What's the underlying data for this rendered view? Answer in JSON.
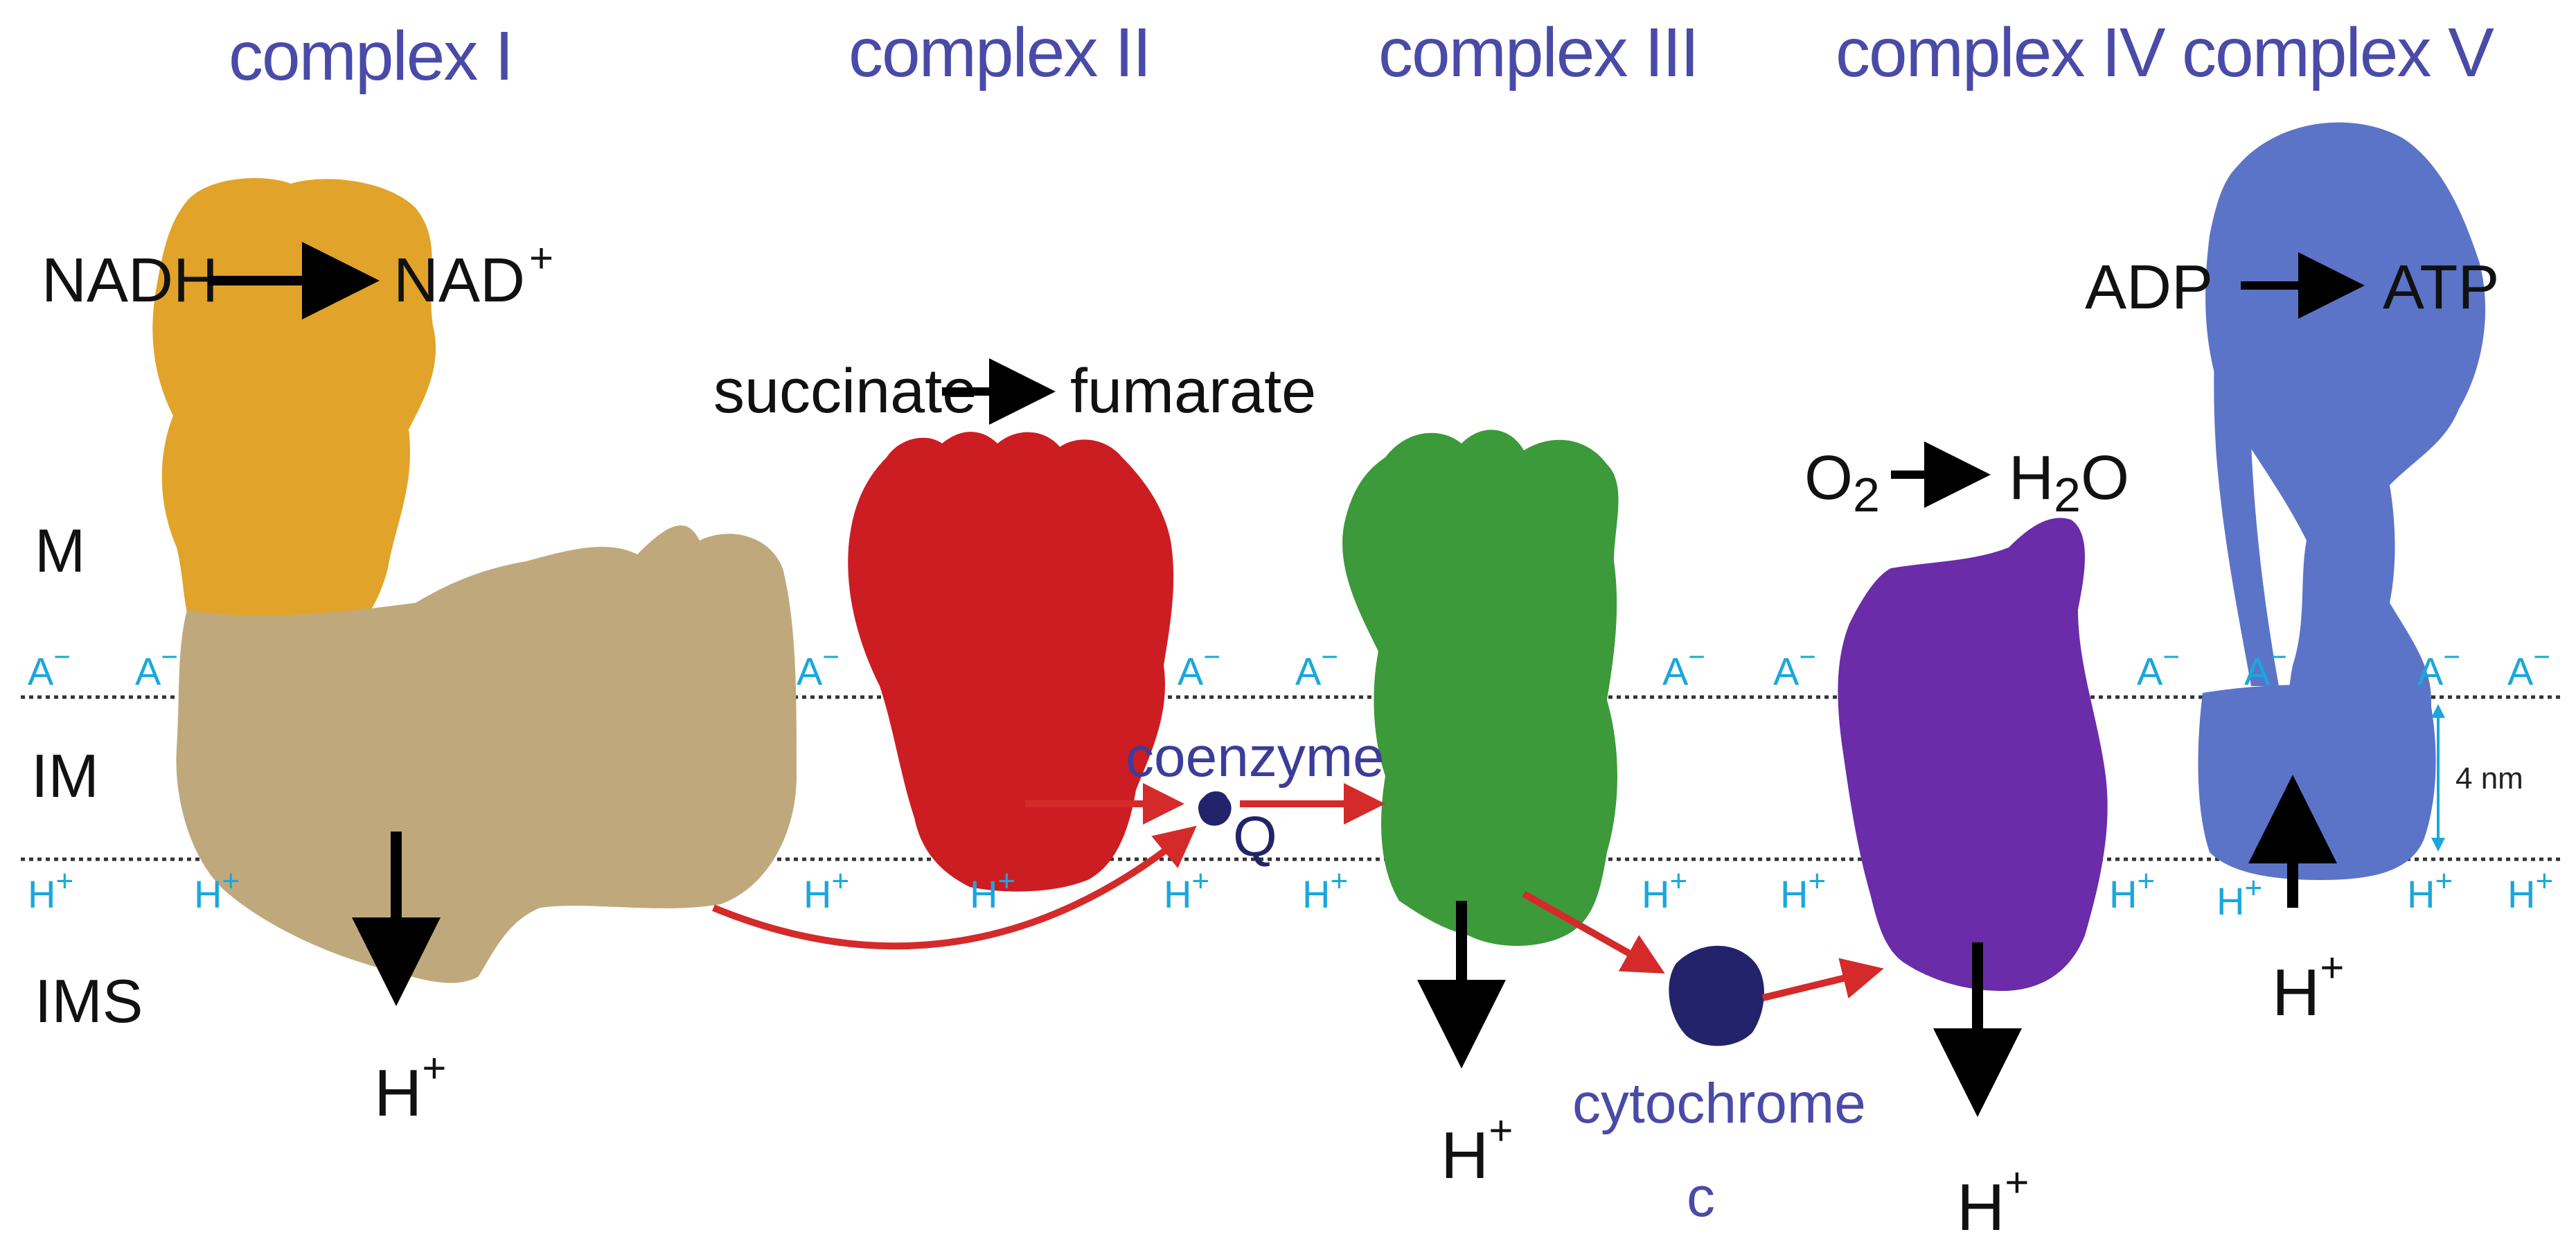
{
  "colors": {
    "complex_label": "#4a4aa8",
    "ion": "#1aa7dc",
    "complex1_matrix": "#e2a32a",
    "complex1_membrane": "#bfa97c",
    "complex2": "#cc1d23",
    "complex3": "#3c9a3a",
    "complex4": "#6a2ca8",
    "complex5": "#5b74c8",
    "carrier": "#23236b",
    "electron_arrow": "#d42a2a",
    "proton_arrow": "#000000"
  },
  "complexes": [
    {
      "title": "complex I"
    },
    {
      "title": "complex II"
    },
    {
      "title": "complex III"
    },
    {
      "title": "complex IV"
    },
    {
      "title": "complex V"
    }
  ],
  "reactions": {
    "c1_from": "NADH",
    "c1_to": "NAD",
    "c1_to_sup": "+",
    "c2_from": "succinate",
    "c2_to": "fumarate",
    "c4_from_base": "O",
    "c4_from_sub": "2",
    "c4_to_base": "H",
    "c4_to_sub": "2",
    "c4_to_tail": "O",
    "c5_from": "ADP",
    "c5_to": "ATP"
  },
  "zones": {
    "matrix": "M",
    "inner_membrane": "IM",
    "intermembrane_space": "IMS"
  },
  "ions": {
    "anion": "A",
    "anion_charge": "−",
    "proton": "H",
    "proton_charge": "+"
  },
  "protons": {
    "base": "H",
    "charge": "+"
  },
  "carriers": {
    "coenzyme_line1": "coenzyme",
    "coenzyme_line2": "Q",
    "cytochrome_line1": "cytochrome",
    "cytochrome_line2": "c"
  },
  "scale": {
    "label": "4 nm"
  }
}
